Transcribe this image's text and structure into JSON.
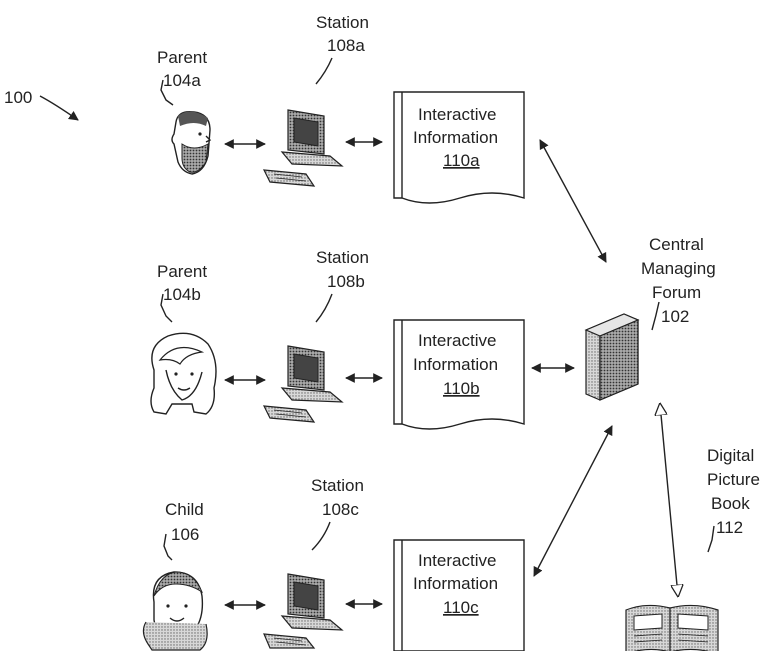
{
  "figure_ref": "100",
  "nodes": {
    "parent_a": {
      "role": "Parent",
      "ref": "104a"
    },
    "parent_b": {
      "role": "Parent",
      "ref": "104b"
    },
    "child": {
      "role": "Child",
      "ref": "106"
    },
    "station_a": {
      "label": "Station",
      "ref": "108a"
    },
    "station_b": {
      "label": "Station",
      "ref": "108b"
    },
    "station_c": {
      "label": "Station",
      "ref": "108c"
    },
    "info_a": {
      "line1": "Interactive",
      "line2": "Information",
      "ref": "110a"
    },
    "info_b": {
      "line1": "Interactive",
      "line2": "Information",
      "ref": "110b"
    },
    "info_c": {
      "line1": "Interactive",
      "line2": "Information",
      "ref": "110c"
    },
    "forum": {
      "line1": "Central",
      "line2": "Managing",
      "line3": "Forum",
      "ref": "102"
    },
    "book": {
      "line1": "Digital",
      "line2": "Picture",
      "line3": "Book",
      "ref": "112"
    }
  }
}
